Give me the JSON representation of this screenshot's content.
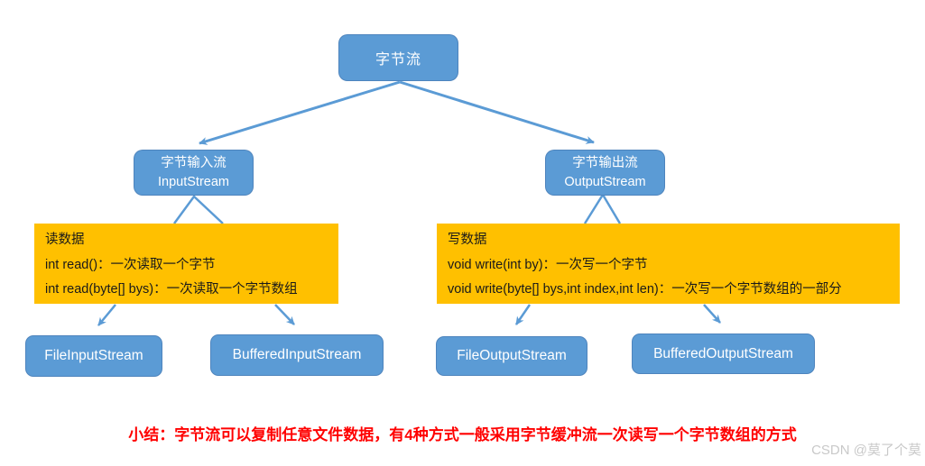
{
  "colors": {
    "node_blue": "#5B9BD5",
    "detail_yellow": "#FFC000",
    "summary_red": "#FF0000",
    "watermark_gray": "#C9C9C9"
  },
  "diagram": {
    "root": {
      "label": "字节流"
    },
    "input_branch": {
      "node": {
        "title": "字节输入流",
        "subtitle": "InputStream"
      },
      "detail": {
        "heading": "读数据",
        "lines": [
          "int read()：一次读取一个字节",
          "int read(byte[] bys)：一次读取一个字节数组"
        ]
      },
      "children": [
        "FileInputStream",
        "BufferedInputStream"
      ]
    },
    "output_branch": {
      "node": {
        "title": "字节输出流",
        "subtitle": "OutputStream"
      },
      "detail": {
        "heading": "写数据",
        "lines": [
          "void write(int by)：一次写一个字节",
          "void write(byte[] bys,int index,int len)：一次写一个字节数组的一部分"
        ]
      },
      "children": [
        "FileOutputStream",
        "BufferedOutputStream"
      ]
    }
  },
  "summary": "小结：字节流可以复制任意文件数据，有4种方式一般采用字节缓冲流一次读写一个字节数组的方式",
  "watermark": "CSDN @莫了个莫"
}
